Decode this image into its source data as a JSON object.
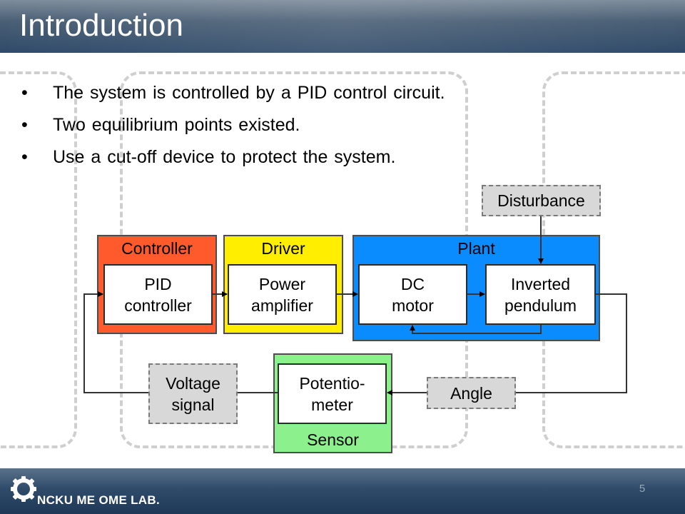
{
  "slide": {
    "title": "Introduction",
    "bullets": [
      "The system is controlled by a PID control circuit.",
      "Two equilibrium points existed.",
      "Use a cut-off device to protect the system."
    ],
    "bullet_glyph": "•",
    "page_number": "5"
  },
  "diagram": {
    "groups": {
      "controller": "Controller",
      "driver": "Driver",
      "plant": "Plant",
      "sensor": "Sensor"
    },
    "blocks": {
      "pid": [
        "PID",
        "controller"
      ],
      "power": [
        "Power",
        "amplifier"
      ],
      "dc_motor": [
        "DC",
        "motor"
      ],
      "pendulum": [
        "Inverted",
        "pendulum"
      ],
      "potentiometer": [
        "Potentio-",
        "meter"
      ]
    },
    "signals": {
      "disturbance": "Disturbance",
      "voltage": [
        "Voltage",
        "signal"
      ],
      "angle": "Angle"
    },
    "colors": {
      "controller": "#ff5a2b",
      "driver": "#ffee00",
      "plant": "#0a8cff",
      "sensor": "#8cf08c"
    }
  },
  "footer": {
    "logo_text": "NCKU ME OME LAB."
  }
}
